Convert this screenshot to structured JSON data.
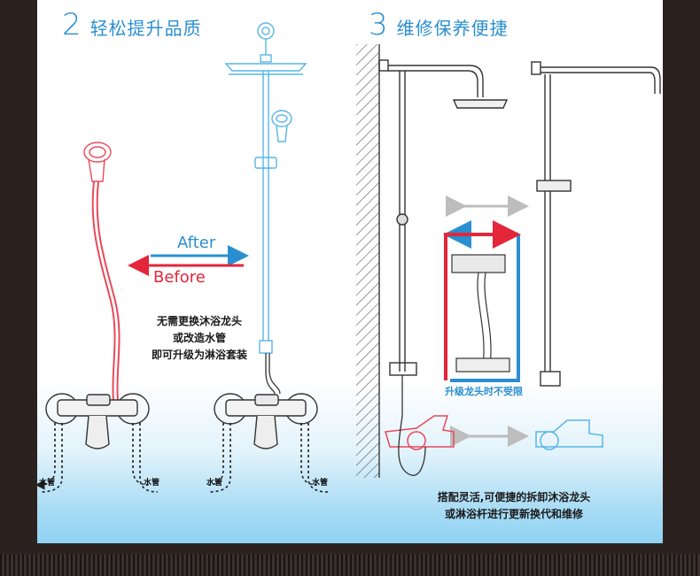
{
  "section2": {
    "number": "2",
    "title": "轻松提升品质"
  },
  "section3": {
    "number": "3",
    "title": "维修保养便捷"
  },
  "compare": {
    "after": "After",
    "before": "Before"
  },
  "note_left": {
    "line1": "无需更换沐浴龙头",
    "line2": "或改造水管",
    "line3": "即可升级为淋浴套装"
  },
  "pipe_label": "水管",
  "upgrade_label": "升级龙头时不受限",
  "note_right": {
    "line1": "搭配灵活,可便捷的拆卸沐浴龙头",
    "line2": "或淋浴杆进行更新换代和维修"
  },
  "colors": {
    "title_blue": "#2a8fd0",
    "after_blue": "#2a8fd0",
    "before_red": "#e3263a",
    "hose_red": "#e84a5a",
    "line_blue": "#58b6e6"
  }
}
